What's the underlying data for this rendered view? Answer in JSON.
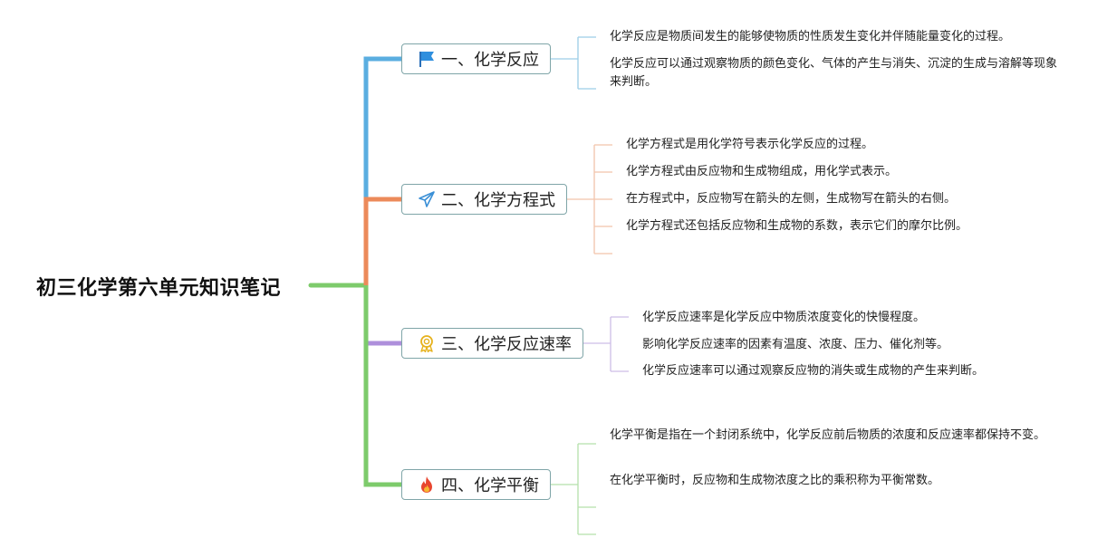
{
  "root": {
    "title": "初三化学第六单元知识笔记"
  },
  "colors": {
    "root_line": "#7dcb6b",
    "branch1": "#5aaee0",
    "branch2": "#ec8a5a",
    "branch3": "#ae8fdb",
    "branch4": "#7dcb6b",
    "leaf1": "#9ccde6",
    "leaf2": "#f2c4ab",
    "leaf3": "#cdbde6",
    "leaf4": "#b5e0ab"
  },
  "topics": [
    {
      "label": "一、化学反应",
      "icon": "flag-icon",
      "points": [
        "化学反应是物质间发生的能够使物质的性质发生变化并伴随能量变化的过程。",
        "化学反应可以通过观察物质的颜色变化、气体的产生与消失、沉淀的生成与溶解等现象来判断。"
      ]
    },
    {
      "label": "二、化学方程式",
      "icon": "paper-plane-icon",
      "points": [
        "化学方程式是用化学符号表示化学反应的过程。",
        "化学方程式由反应物和生成物组成，用化学式表示。",
        "在方程式中，反应物写在箭头的左侧，生成物写在箭头的右侧。",
        "化学方程式还包括反应物和生成物的系数，表示它们的摩尔比例。",
        ""
      ]
    },
    {
      "label": "三、化学反应速率",
      "icon": "award-ribbon-icon",
      "points": [
        "化学反应速率是化学反应中物质浓度变化的快慢程度。",
        "影响化学反应速率的因素有温度、浓度、压力、催化剂等。",
        "化学反应速率可以通过观察反应物的消失或生成物的产生来判断。"
      ]
    },
    {
      "label": "四、化学平衡",
      "icon": "fire-icon",
      "points": [
        "化学平衡是指在一个封闭系统中，化学反应前后物质的浓度和反应速率都保持不变。",
        "在化学平衡时，反应物和生成物浓度之比的乘积称为平衡常数。",
        "",
        ""
      ]
    }
  ]
}
